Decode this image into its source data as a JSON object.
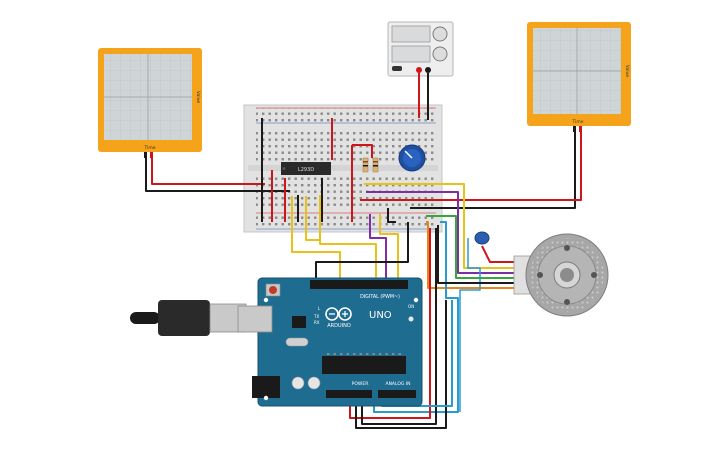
{
  "components": {
    "oscilloscope_left": {
      "x_label": "Time",
      "y_label": "Value"
    },
    "oscilloscope_right": {
      "x_label": "Time",
      "y_label": "Value"
    },
    "power_supply": {
      "name": "power supply"
    },
    "breadboard": {
      "name": "breadboard"
    },
    "ic": {
      "label": "L293D"
    },
    "potentiometer": {
      "name": "potentiometer"
    },
    "capacitor": {
      "name": "capacitor"
    },
    "encoder_motor": {
      "name": "encoder motor"
    },
    "arduino": {
      "brand": "ARDUINO",
      "model": "UNO",
      "digital_label": "DIGITAL (PWM~)",
      "power_label": "POWER",
      "analog_label": "ANALOG IN",
      "tx_label": "TX",
      "rx_label": "RX",
      "l_label": "L",
      "on_label": "ON"
    },
    "usb_cable": {
      "name": "usb cable"
    }
  },
  "colors": {
    "red": "#d0141c",
    "black": "#1a1a1a",
    "yellow": "#e6c21a",
    "purple": "#7e2fa6",
    "green": "#3aa63a",
    "orange": "#e8841c",
    "blue": "#2a9ad0",
    "board_blue": "#1f6c91",
    "scope_frame": "#f5a31a"
  }
}
